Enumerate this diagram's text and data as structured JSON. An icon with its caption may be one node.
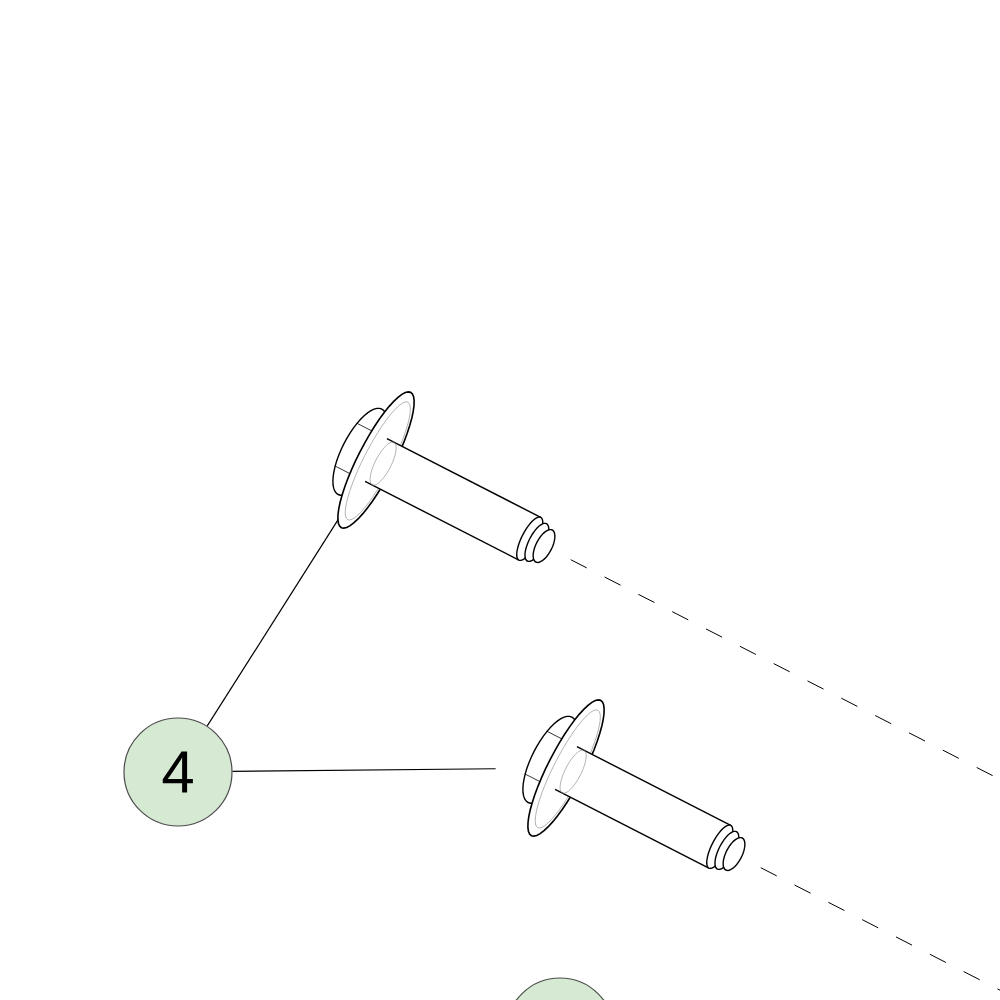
{
  "diagram": {
    "nodes": [
      {
        "text": [
          "4"
        ]
      },
      {
        "text": [],
        "shape": "picture"
      },
      {
        "text": [],
        "shape": "picture"
      },
      {
        "text": [],
        "shape": "circle"
      }
    ],
    "edges": [
      {
        "from": 0,
        "to": 1,
        "arrow": "none"
      },
      {
        "from": 0,
        "to": 2,
        "arrow": "none"
      }
    ]
  }
}
